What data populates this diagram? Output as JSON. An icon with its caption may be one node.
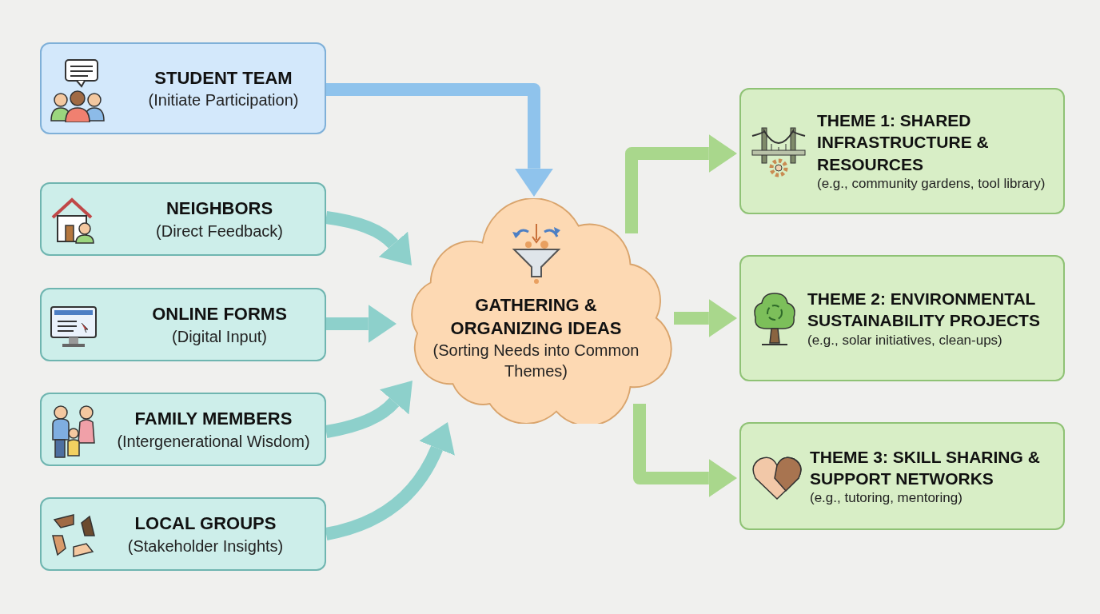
{
  "diagram": {
    "nodes": [
      {
        "text": [
          "STUDENT TEAM",
          "(Initiate Participation)"
        ]
      },
      {
        "text": [
          "NEIGHBORS",
          "(Direct Feedback)"
        ]
      },
      {
        "text": [
          "ONLINE FORMS",
          "(Digital Input)"
        ]
      },
      {
        "text": [
          "FAMILY MEMBERS",
          "(Intergenerational Wisdom)"
        ]
      },
      {
        "text": [
          "LOCAL GROUPS",
          "(Stakeholder Insights)"
        ]
      },
      {
        "text": [
          "GATHERING & ORGANIZING IDEAS",
          "(Sorting Needs into Common Themes)"
        ]
      },
      {
        "text": [
          "THEME 1: SHARED INFRASTRUCTURE & RESOURCES",
          "(e.g., community gardens, tool library)"
        ]
      },
      {
        "text": [
          "THEME 2: ENVIRONMENTAL SUSTAINABILITY PROJECTS",
          "(e.g., solar initiatives, clean-ups)"
        ]
      },
      {
        "text": [
          "THEME 3: SKILL SHARING & SUPPORT NETWORKS",
          "(e.g., tutoring, mentoring)"
        ]
      }
    ],
    "edges": [
      {
        "from": 0,
        "to": 5,
        "arrow": "to",
        "color": "#8fc3ec"
      },
      {
        "from": 1,
        "to": 5,
        "arrow": "to"
      },
      {
        "from": 2,
        "to": 5,
        "arrow": "to"
      },
      {
        "from": 3,
        "to": 5,
        "arrow": "to"
      },
      {
        "from": 4,
        "to": 5,
        "arrow": "to"
      },
      {
        "from": 5,
        "to": 6,
        "arrow": "to",
        "color": "#a9d78c"
      },
      {
        "from": 5,
        "to": 7,
        "arrow": "to",
        "color": "#a9d78c"
      },
      {
        "from": 5,
        "to": 8,
        "arrow": "to",
        "color": "#a9d78c"
      }
    ]
  }
}
